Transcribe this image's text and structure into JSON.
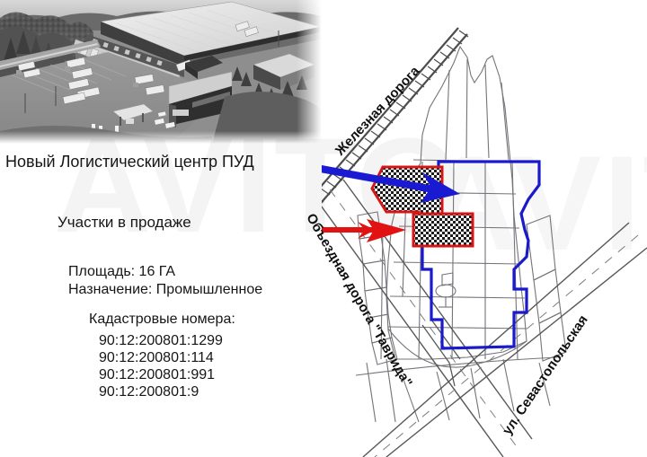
{
  "photo": {
    "caption_alt": "aerial view of logistics center",
    "name": "logistics-center-aerial-photo"
  },
  "watermark": {
    "text_left": "AVITO",
    "text_right": "AVITO"
  },
  "text_block": {
    "title": "Новый Логистический центр ПУД",
    "plots_label": "Участки в продаже",
    "area_line": "Площадь: 16 ГА",
    "purpose_line": "Назначение: Промышленное",
    "cadastral_heading": "Кадастровые номера:",
    "cadastral_numbers": [
      "90:12:200801:1299",
      "90:12:200801:114",
      "90:12:200801:991",
      "90:12:200801:9"
    ]
  },
  "map": {
    "road_labels": {
      "railway": "Железная дорога",
      "bypass": "Объездная дорога \"Таврида\"",
      "street": "ул. Севастопольская"
    },
    "annotations": {
      "blue_arrow_name": "blue-arrow-to-logistics-center",
      "red_arrow_name": "red-arrow-to-plots-for-sale"
    }
  },
  "colors": {
    "blue_arrow": "#1a1ad2",
    "red_arrow": "#e21212",
    "parcel_outline_red": "#d41616",
    "boundary_blue": "#1a1ac8",
    "parcel_line_gray": "#6f6f73",
    "text": "#161616",
    "background": "#ffffff"
  }
}
